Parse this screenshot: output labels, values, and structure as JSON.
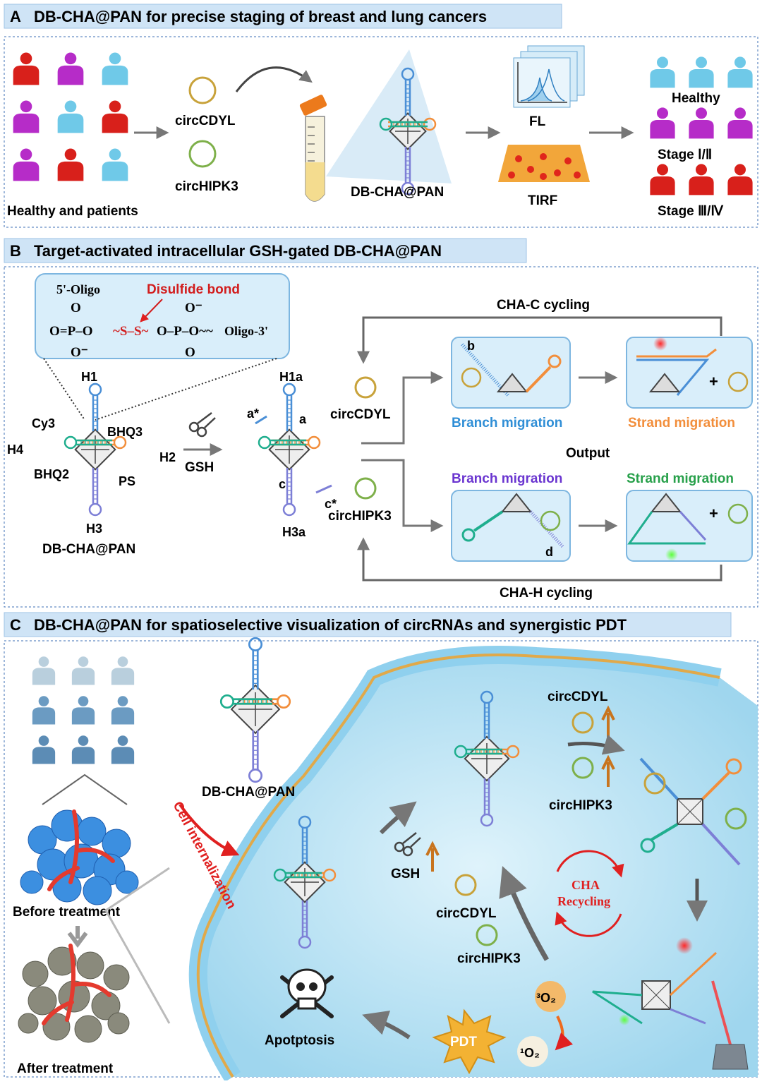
{
  "panel_a": {
    "letter": "A",
    "title": "DB-CHA@PAN for precise staging of breast and lung cancers",
    "healthy_patients": "Healthy and patients",
    "circ1": "circCDYL",
    "circ2": "circHIPK3",
    "probe": "DB-CHA@PAN",
    "fl": "FL",
    "tirf": "TIRF",
    "healthy": "Healthy",
    "stage12": "Stage Ⅰ/Ⅱ",
    "stage34": "Stage Ⅲ/Ⅳ"
  },
  "panel_b": {
    "letter": "B",
    "title": "Target-activated intracellular GSH-gated DB-CHA@PAN",
    "oligo5": "5'-Oligo",
    "disulfide": "Disulfide bond",
    "oligo3": "Oligo-3'",
    "h1": "H1",
    "h2": "H2",
    "h3": "H3",
    "h4": "H4",
    "cy3": "Cy3",
    "bhq3": "BHQ3",
    "bhq2": "BHQ2",
    "ps": "PS",
    "probe": "DB-CHA@PAN",
    "gsh": "GSH",
    "a_star": "a*",
    "a": "a",
    "c": "c",
    "c_star": "c*",
    "h1a": "H1a",
    "h3a": "H3a",
    "circ1": "circCDYL",
    "circ2": "circHIPK3",
    "cha_c": "CHA-C  cycling",
    "cha_h": "CHA-H  cycling",
    "b": "b",
    "d": "d",
    "branch1": "Branch migration",
    "strand1": "Strand  migration",
    "output": "Output",
    "branch2": "Branch migration",
    "strand2": "Strand  migration",
    "plus": "+"
  },
  "panel_c": {
    "letter": "C",
    "title": "DB-CHA@PAN for spatioselective visualization of circRNAs and synergistic PDT",
    "before": "Before treatment",
    "after": "After treatment",
    "probe": "DB-CHA@PAN",
    "internal": "Cell internalization",
    "gsh": "GSH",
    "circ1": "circCDYL",
    "circ2": "circHIPK3",
    "circ1b": "circCDYL",
    "circ2b": "circHIPK3",
    "cha": "CHA",
    "recycling": "Recycling",
    "o2t": "³O₂",
    "o2s": "¹O₂",
    "pdt": "PDT",
    "apoptosis": "Apotptosis"
  },
  "colors": {
    "healthy": "#6fc9e8",
    "early": "#b62cc8",
    "late": "#d8201b",
    "h1": "#4a8fd6",
    "h2": "#f28e3b",
    "h3": "#7d7fd6",
    "h4": "#1fae8e"
  }
}
